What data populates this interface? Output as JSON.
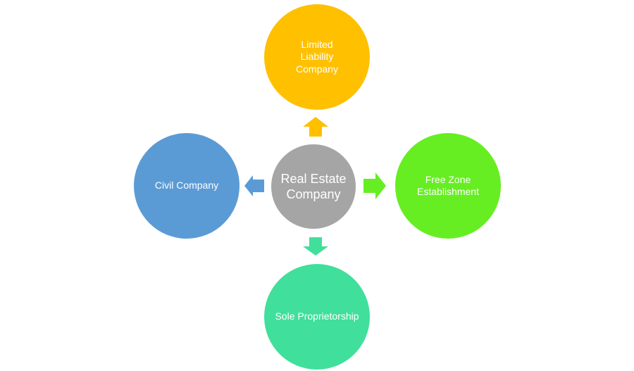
{
  "center": {
    "label": "Real Estate Company",
    "color": "#a5a5a5"
  },
  "nodes": {
    "top": {
      "label": "Limited Liability Company",
      "color": "#ffc000"
    },
    "right": {
      "label": "Free Zone Establishment",
      "color": "#66ee22"
    },
    "bottom": {
      "label": "Sole Proprietorship",
      "color": "#40df9b"
    },
    "left": {
      "label": "Civil Company",
      "color": "#5b9bd5"
    }
  },
  "arrows": {
    "top": {
      "color": "#ffc000"
    },
    "right": {
      "color": "#66ee22"
    },
    "bottom": {
      "color": "#40df9b"
    },
    "left": {
      "color": "#5b9bd5"
    }
  }
}
